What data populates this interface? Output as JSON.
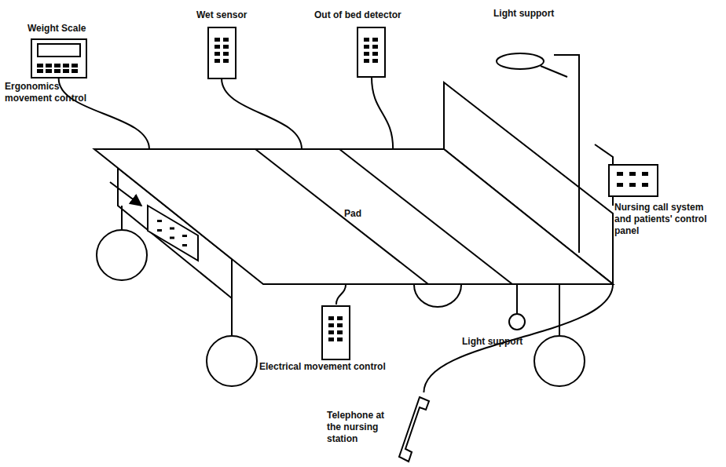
{
  "diagram": {
    "nodes": [
      {
        "text": [
          "Weight Scale"
        ]
      },
      {
        "text": [
          "Wet sensor"
        ]
      },
      {
        "text": [
          "Out of bed detector"
        ]
      },
      {
        "text": [
          "Pad"
        ]
      },
      {
        "text": [
          "Nursing call system and patients' control panel"
        ]
      },
      {
        "text": [
          "Electrical movement control"
        ]
      },
      {
        "text": [
          "Telephone at the nursing station"
        ]
      }
    ],
    "edges": [
      {
        "from": 0,
        "to": 3,
        "arrow": "none"
      },
      {
        "from": 1,
        "to": 3,
        "arrow": "none"
      },
      {
        "from": 2,
        "to": 3,
        "arrow": "none"
      },
      {
        "from": 5,
        "to": 3,
        "arrow": "none"
      },
      {
        "from": 6,
        "to": 3,
        "arrow": "none"
      }
    ],
    "labels": [
      "Light support",
      "Ergonomics movement control",
      "Light support"
    ]
  }
}
